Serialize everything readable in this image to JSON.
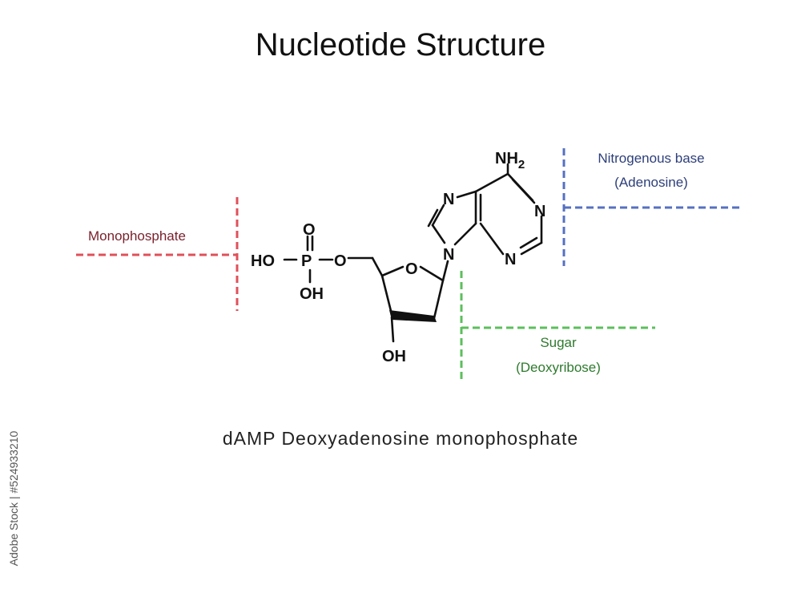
{
  "title": "Nucleotide Structure",
  "subtitle": "dAMP  Deoxyadenosine monophosphate",
  "labels": {
    "monophosphate": "Monophosphate",
    "base_line1": "Nitrogenous base",
    "base_line2": "(Adenosine)",
    "sugar_line1": "Sugar",
    "sugar_line2": "(Deoxyribose)"
  },
  "atoms": {
    "ho": "HO",
    "p": "P",
    "o_top": "O",
    "o_link": "O",
    "oh_p": "OH",
    "o_ring": "O",
    "oh_sugar": "OH",
    "n9": "N",
    "n7": "N",
    "n1": "N",
    "n3": "N",
    "nh2": "NH",
    "nh2_sub": "2"
  },
  "watermark": "Adobe Stock | #524933210",
  "colors": {
    "monophosphate": "#e0505a",
    "monophosphate_text": "#7a1f2b",
    "base": "#5670c0",
    "base_text": "#2d3f7a",
    "sugar": "#5cbf5c",
    "sugar_text": "#2e7a2e"
  }
}
